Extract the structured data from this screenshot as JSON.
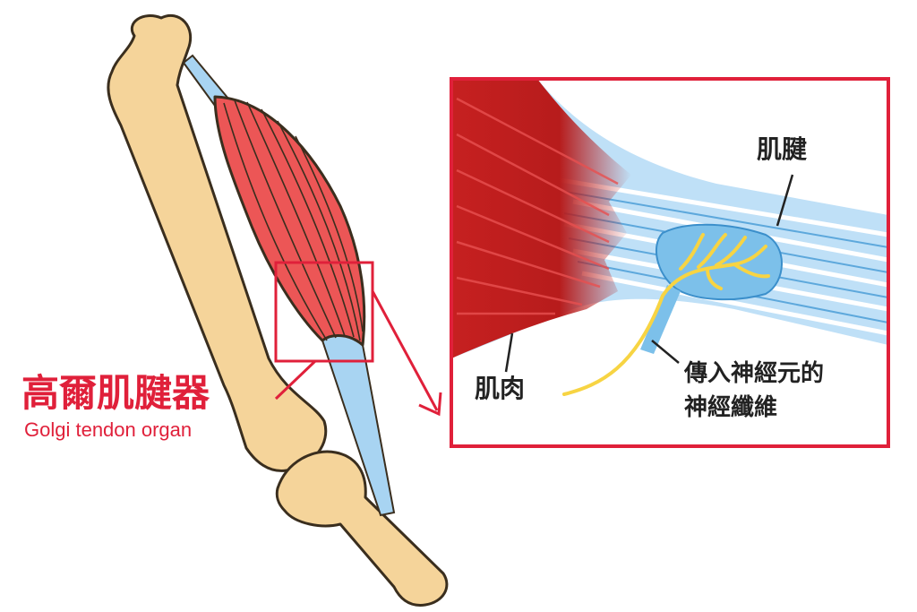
{
  "title": {
    "zh": "高爾肌腱器",
    "en": "Golgi tendon organ"
  },
  "labels": {
    "tendon": "肌腱",
    "muscle": "肌肉",
    "afferent_line1": "傳入神經元的",
    "afferent_line2": "神經纖維"
  },
  "colors": {
    "accent": "#e0203a",
    "bone": "#f5d49a",
    "bone_outline": "#3a2e1e",
    "muscle": "#ec5656",
    "muscle_dark": "#b71c1c",
    "tendon": "#a8d4f2",
    "tendon_dark": "#5da8dc",
    "nerve": "#f7d443"
  }
}
